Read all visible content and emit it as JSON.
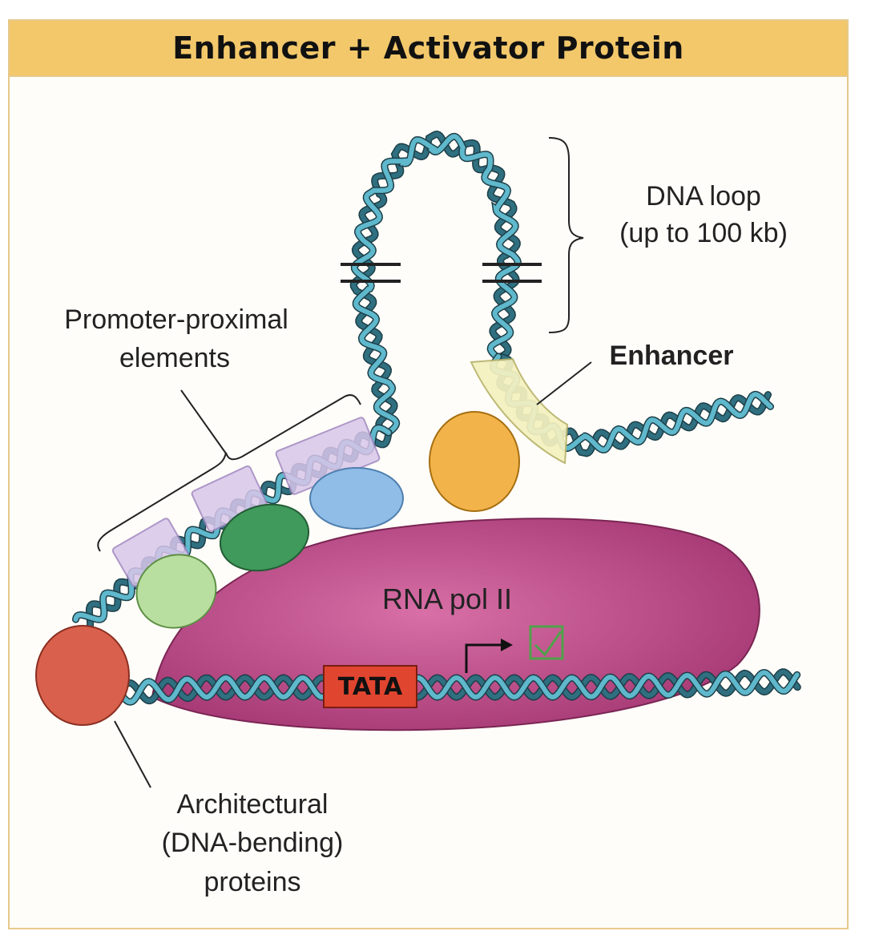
{
  "title": "Enhancer + Activator Protein",
  "labels": {
    "dna_loop_line1": "DNA loop",
    "dna_loop_line2": "(up to 100 kb)",
    "promoter_line1": "Promoter-proximal",
    "promoter_line2": "elements",
    "enhancer": "Enhancer",
    "rna_pol": "RNA pol II",
    "tata": "TATA",
    "architectural_line1": "Architectural",
    "architectural_line2": "(DNA-bending)",
    "architectural_line3": "proteins"
  },
  "colors": {
    "title_bar": "#f3c86b",
    "dna_strand_light": "#5fb8cc",
    "dna_strand_dark": "#2f6f80",
    "rna_pol": "#b8417f",
    "tata_box": "#e0452f",
    "architectural_protein": "#d9604c",
    "activator_protein": "#f2b44a",
    "protein_light_green": "#b9dfa0",
    "protein_dark_green": "#3f9a5b",
    "protein_blue": "#8fbde8",
    "promoter_element": "#d8c6ea",
    "enhancer_element": "#f4f1bf"
  }
}
